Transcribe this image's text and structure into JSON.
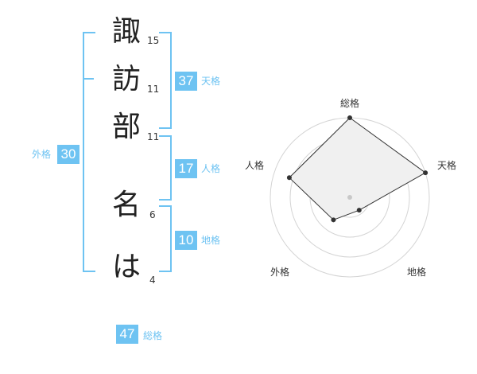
{
  "name": {
    "chars": [
      {
        "char": "諏",
        "strokes": "15"
      },
      {
        "char": "訪",
        "strokes": "11"
      },
      {
        "char": "部",
        "strokes": "11"
      },
      {
        "char": "名",
        "strokes": "6"
      },
      {
        "char": "は",
        "strokes": "4"
      }
    ]
  },
  "scores": {
    "tenkaku": {
      "value": "37",
      "label": "天格"
    },
    "jinkaku": {
      "value": "17",
      "label": "人格"
    },
    "chikaku": {
      "value": "10",
      "label": "地格"
    },
    "gaikaku": {
      "value": "30",
      "label": "外格"
    },
    "soukaku": {
      "value": "47",
      "label": "総格"
    }
  },
  "colors": {
    "accent": "#6ec3f2",
    "text": "#222222",
    "radar_fill": "#f0f0f0"
  },
  "chart_data": {
    "type": "radar",
    "axes": [
      "総格",
      "天格",
      "地格",
      "外格",
      "人格"
    ],
    "values": [
      1.0,
      1.0,
      0.2,
      0.35,
      0.8
    ],
    "rings": 4
  }
}
